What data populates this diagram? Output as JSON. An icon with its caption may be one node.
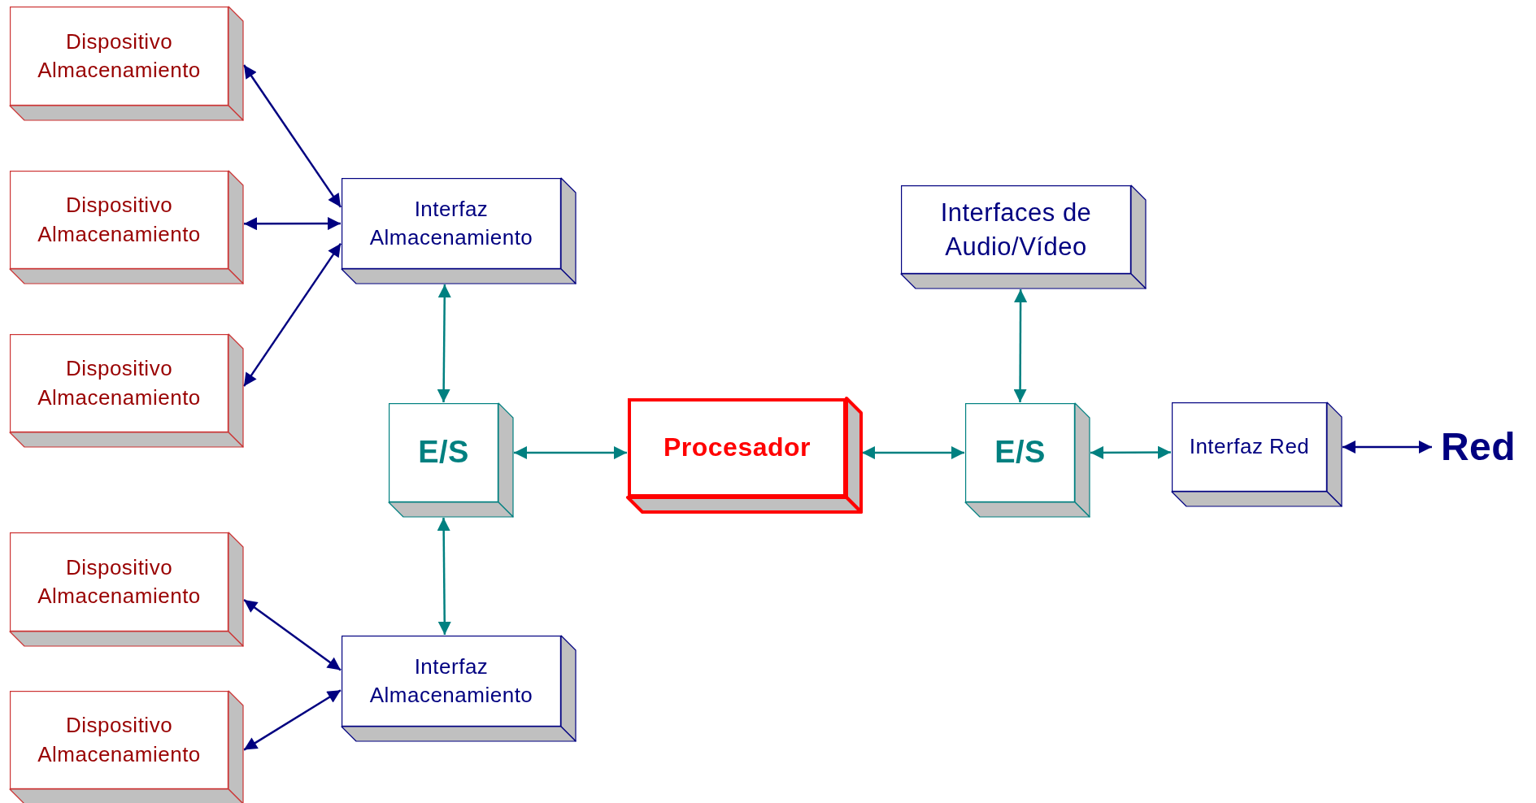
{
  "diagram": {
    "nodes": [
      {
        "text": [
          "Dispositivo Almacenamiento"
        ]
      },
      {
        "text": [
          "Dispositivo Almacenamiento"
        ]
      },
      {
        "text": [
          "Dispositivo Almacenamiento"
        ]
      },
      {
        "text": [
          "Interfaz Almacenamiento"
        ]
      },
      {
        "text": [
          "Interfaces de Audio/Vídeo"
        ]
      },
      {
        "text": [
          "E/S"
        ]
      },
      {
        "text": [
          "Procesador"
        ]
      },
      {
        "text": [
          "E/S"
        ]
      },
      {
        "text": [
          "Interfaz Red"
        ]
      },
      {
        "text": [
          "Red"
        ]
      },
      {
        "text": [
          "Dispositivo Almacenamiento"
        ]
      },
      {
        "text": [
          "Dispositivo Almacenamiento"
        ]
      },
      {
        "text": [
          "Interfaz Almacenamiento"
        ]
      }
    ],
    "edges": [
      {
        "from": 0,
        "to": 3,
        "arrow": "both",
        "color": "#000080"
      },
      {
        "from": 1,
        "to": 3,
        "arrow": "both",
        "color": "#000080"
      },
      {
        "from": 2,
        "to": 3,
        "arrow": "both",
        "color": "#000080"
      },
      {
        "from": 3,
        "to": 5,
        "arrow": "both",
        "color": "#008080"
      },
      {
        "from": 5,
        "to": 12,
        "arrow": "both",
        "color": "#008080"
      },
      {
        "from": 5,
        "to": 6,
        "arrow": "both",
        "color": "#008080"
      },
      {
        "from": 6,
        "to": 7,
        "arrow": "both",
        "color": "#008080"
      },
      {
        "from": 7,
        "to": 4,
        "arrow": "both",
        "color": "#008080"
      },
      {
        "from": 7,
        "to": 8,
        "arrow": "both",
        "color": "#008080"
      },
      {
        "from": 8,
        "to": 9,
        "arrow": "both",
        "color": "#000080"
      },
      {
        "from": 10,
        "to": 12,
        "arrow": "both",
        "color": "#000080"
      },
      {
        "from": 11,
        "to": 12,
        "arrow": "both",
        "color": "#000080"
      }
    ]
  }
}
